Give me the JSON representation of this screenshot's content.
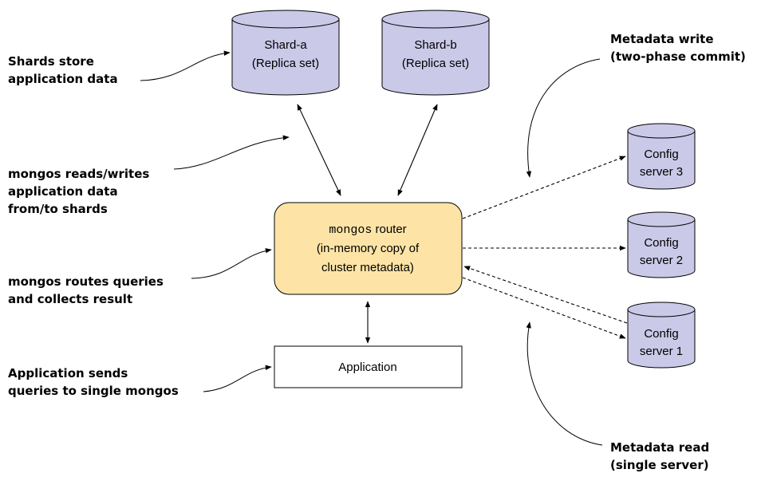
{
  "colors": {
    "shard_fill": "#cbc9e8",
    "config_fill": "#cbc9e8",
    "router_fill": "#fde4a6",
    "application_fill": "#ffffff"
  },
  "shards": [
    {
      "line1": "Shard-a",
      "line2": "(Replica set)"
    },
    {
      "line1": "Shard-b",
      "line2": "(Replica set)"
    }
  ],
  "router": {
    "mono_word": "mongos",
    "line1_rest": " router",
    "line2": "(in-memory copy of",
    "line3": "cluster metadata)"
  },
  "application": {
    "label": "Application"
  },
  "config_servers": [
    {
      "line1": "Config",
      "line2": "server 3"
    },
    {
      "line1": "Config",
      "line2": "server 2"
    },
    {
      "line1": "Config",
      "line2": "server 1"
    }
  ],
  "annotations": {
    "shards_store": [
      "Shards store",
      "application data"
    ],
    "mongos_reads": [
      "mongos reads/writes",
      "application data",
      "from/to shards"
    ],
    "mongos_routes": [
      "mongos routes queries",
      "and collects result"
    ],
    "app_sends": [
      "Application sends",
      "queries to single mongos"
    ],
    "metadata_write": [
      "Metadata write",
      "(two-phase commit)"
    ],
    "metadata_read": [
      "Metadata read",
      "(single server)"
    ]
  }
}
